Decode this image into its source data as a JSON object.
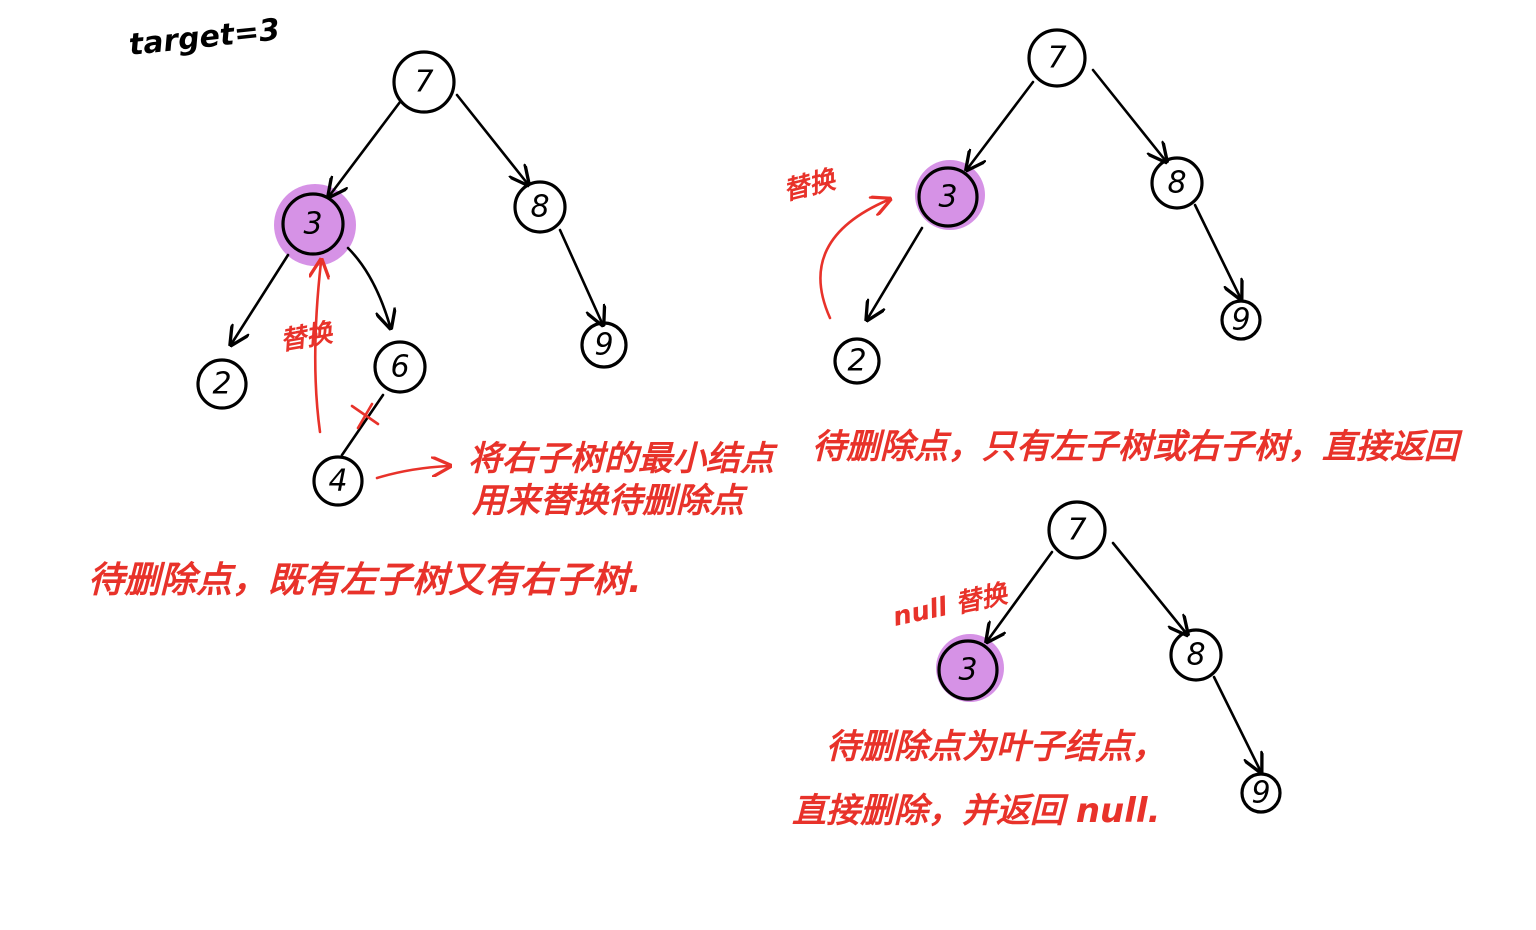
{
  "target_label": "target=3",
  "colors": {
    "highlight": "#d692e6",
    "annotation": "#e8322a",
    "ink": "#000000"
  },
  "diagrams": [
    {
      "id": "two-children",
      "nodes": [
        {
          "id": "n7",
          "value": "7"
        },
        {
          "id": "n3",
          "value": "3",
          "highlighted": true
        },
        {
          "id": "n8",
          "value": "8"
        },
        {
          "id": "n2",
          "value": "2"
        },
        {
          "id": "n6",
          "value": "6"
        },
        {
          "id": "n9",
          "value": "9"
        },
        {
          "id": "n4",
          "value": "4"
        }
      ],
      "edges": [
        [
          "n7",
          "n3"
        ],
        [
          "n7",
          "n8"
        ],
        [
          "n3",
          "n2"
        ],
        [
          "n3",
          "n6"
        ],
        [
          "n8",
          "n9"
        ],
        [
          "n6",
          "n4"
        ]
      ],
      "annotations": {
        "replace": "替换",
        "successor_note_line1": "将右子树的最小结点",
        "successor_note_line2": "用来替换待删除点",
        "caption": "待删除点，既有左子树又有右子树."
      }
    },
    {
      "id": "one-child",
      "nodes": [
        {
          "id": "n7",
          "value": "7"
        },
        {
          "id": "n3",
          "value": "3",
          "highlighted": true
        },
        {
          "id": "n8",
          "value": "8"
        },
        {
          "id": "n2",
          "value": "2"
        },
        {
          "id": "n9",
          "value": "9"
        }
      ],
      "edges": [
        [
          "n7",
          "n3"
        ],
        [
          "n7",
          "n8"
        ],
        [
          "n3",
          "n2"
        ],
        [
          "n8",
          "n9"
        ]
      ],
      "annotations": {
        "replace": "替换",
        "caption": "待删除点，只有左子树或右子树，直接返回"
      }
    },
    {
      "id": "leaf",
      "nodes": [
        {
          "id": "n7",
          "value": "7"
        },
        {
          "id": "n3",
          "value": "3",
          "highlighted": true
        },
        {
          "id": "n8",
          "value": "8"
        },
        {
          "id": "n9",
          "value": "9"
        }
      ],
      "edges": [
        [
          "n7",
          "n3"
        ],
        [
          "n7",
          "n8"
        ],
        [
          "n8",
          "n9"
        ]
      ],
      "annotations": {
        "replace": "null 替换",
        "caption_line1": "待删除点为叶子结点，",
        "caption_line2": "直接删除，并返回 null."
      }
    }
  ]
}
